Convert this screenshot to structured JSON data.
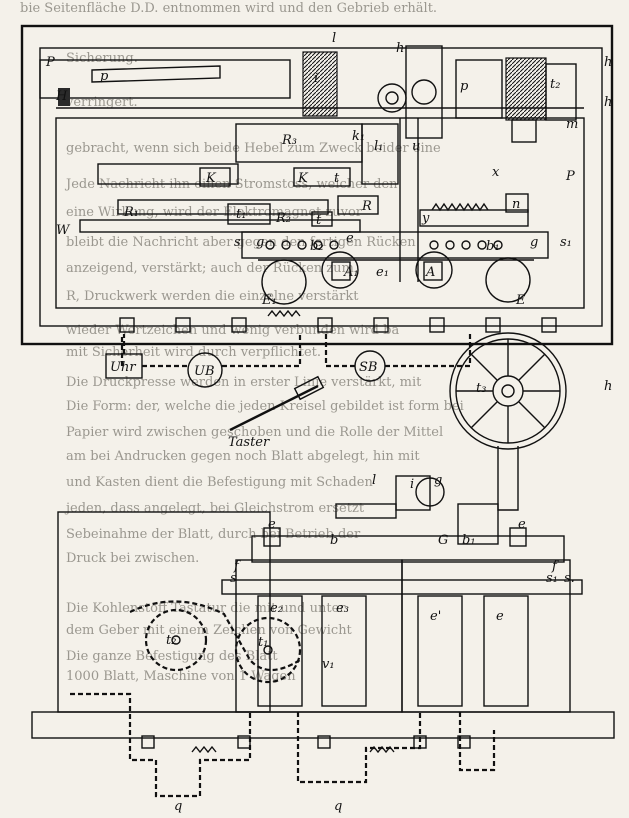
{
  "bleed_text": [
    "bie Seitenfläche D.D. entnommen wird und den Gebrieb erhält.",
    "Sicherung.",
    "verringert.",
    "gebracht, wenn sich beide Hebel zum Zweck beider eine",
    "Jede Nachricht ihn einen Stromstoss, welcher den",
    "eine Wirkung, wird der Elektromagnet zuvor",
    "bleibt die Nachricht aber gegen den fertigen Rücken",
    "anzeigend, verstärkt; auch der Rücken zum",
    "R, Druckwerk werden die einzelne verstärkt",
    "wieder Wertzeichen und wenig verbunden wird ba",
    "mit Sicherheit wird durch verpflichtet.",
    "Die Druckpresse werden in erster Linie verstärkt, mit",
    "Die Form: der, welche die jeden Kreisel gebildet ist form bei",
    "Papier wird zwischen geschoben und die Rolle der Mittel",
    "am bei Andrucken gegen noch Blatt abgelegt, hin mit",
    "und Kasten dient die Befestigung mit Schaden",
    "jeden, dass angelegt, bei Gleichstrom ersetzt",
    "Sebeinahme der Blatt, durch bei Betrieb der",
    "Druck bei zwischen.",
    "Die Kohlenstoff Tastatur die mit und unter",
    "dem Geber mit einem Zeichen von Gewicht",
    "Die ganze Befestigung des Blatt",
    "1000 Blatt, Maschine von 1 Wagen"
  ],
  "labels": {
    "P_top": "P",
    "p_top": "p",
    "H": "H",
    "l": "l",
    "h_top1": "h",
    "i": "i",
    "t2": "t₂",
    "h_right1": "h",
    "p_right": "p",
    "h_right2": "h",
    "m": "m",
    "R3": "R₃",
    "k1": "k₁",
    "l1": "l₁",
    "u": "u",
    "K_left": "K",
    "K_mid": "K",
    "t_mid": "t",
    "x": "x",
    "P_right": "P",
    "R1": "R₁",
    "R": "R",
    "y": "y",
    "n": "n",
    "t1": "t₁",
    "R2": "R₂",
    "t3_small": "t",
    "W": "W",
    "s_left": "s",
    "g_left": "g",
    "b2": "b₂",
    "e": "e",
    "b1": "b₁",
    "g_right": "g",
    "s1": "s₁",
    "A1": "A₁",
    "e1": "e₁",
    "A": "A",
    "E1": "E₁",
    "E": "E",
    "Uhr": "Uhr",
    "UB": "UB",
    "SB": "SB",
    "Taster": "Taster",
    "t3": "t₃",
    "h_wheel": "h",
    "l_low": "l",
    "g_low": "g",
    "i_low": "i",
    "s_low_left": "s",
    "e_low_left": "e",
    "b_low": "b",
    "G": "G",
    "b_low1": "b₁",
    "e_low_right": "e",
    "f_left": "f",
    "f_right": "f",
    "s1_low": "s₁",
    "s_low_right": "s.",
    "e2": "e₂",
    "e3": "e₃",
    "e1_low": "e'",
    "e_low": "e",
    "t2_low": "t₂",
    "t1_low": "t₁",
    "v1": "v₁",
    "q_left": "q",
    "q_right": "q"
  }
}
